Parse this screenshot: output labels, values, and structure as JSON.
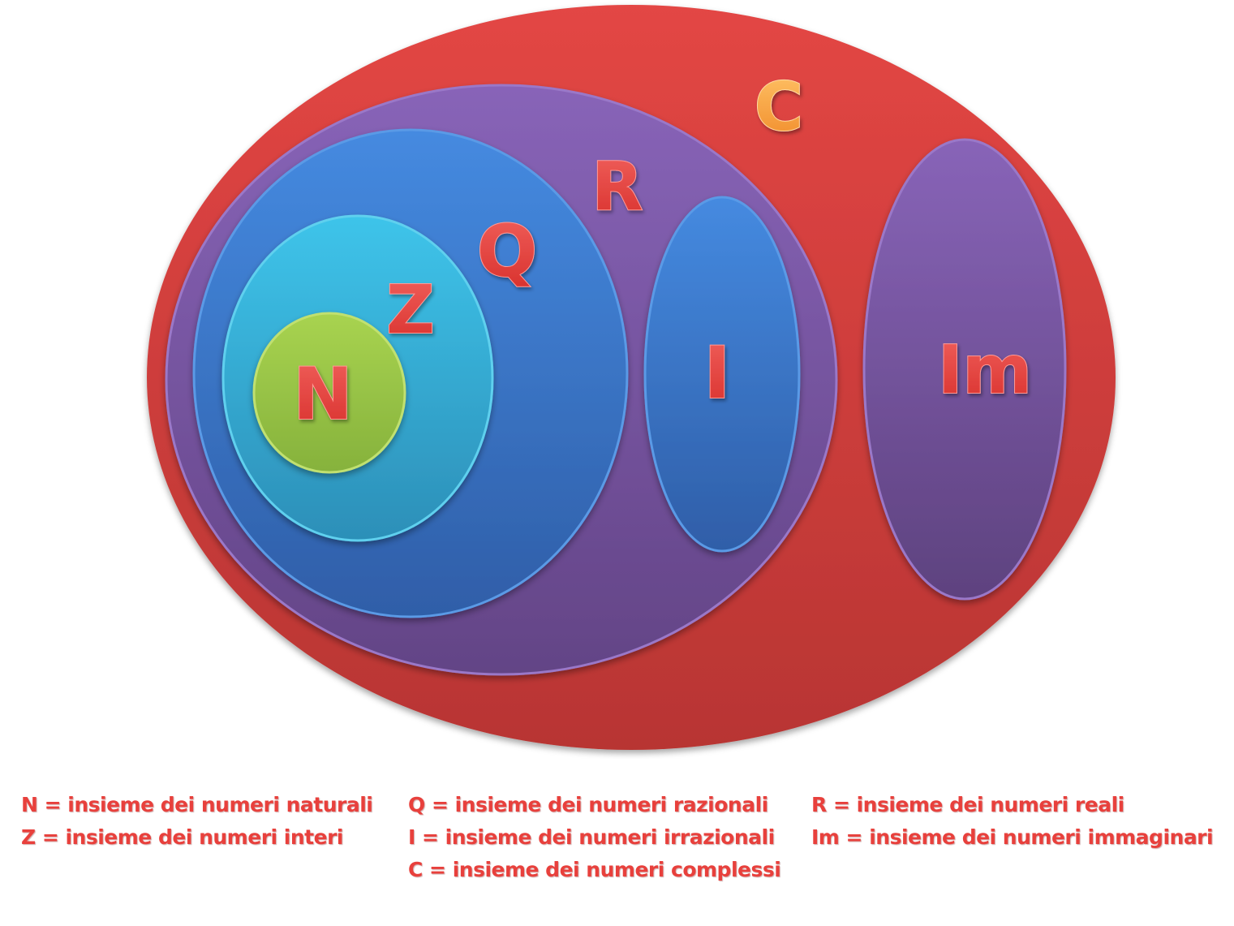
{
  "diagram": {
    "labels": {
      "C": "C",
      "R": "R",
      "Q": "Q",
      "Z": "Z",
      "N": "N",
      "I": "I",
      "Im": "Im"
    },
    "colors": {
      "C": "#d94140",
      "R": "#7c5aa8",
      "Q": "#3d7fd0",
      "Z": "#36b4d9",
      "N": "#98c548",
      "I": "#3d7fd0",
      "Im": "#7c5aa8",
      "label_red": "#e8403c",
      "label_orange": "#f5a84a"
    }
  },
  "legend": {
    "N": "N = insieme dei numeri naturali",
    "Z": "Z = insieme dei numeri interi",
    "Q": "Q = insieme dei numeri razionali",
    "I": "I = insieme dei numeri irrazionali",
    "C": "C = insieme dei numeri complessi",
    "R": "R = insieme dei numeri reali",
    "Im": "Im = insieme dei numeri immaginari"
  }
}
